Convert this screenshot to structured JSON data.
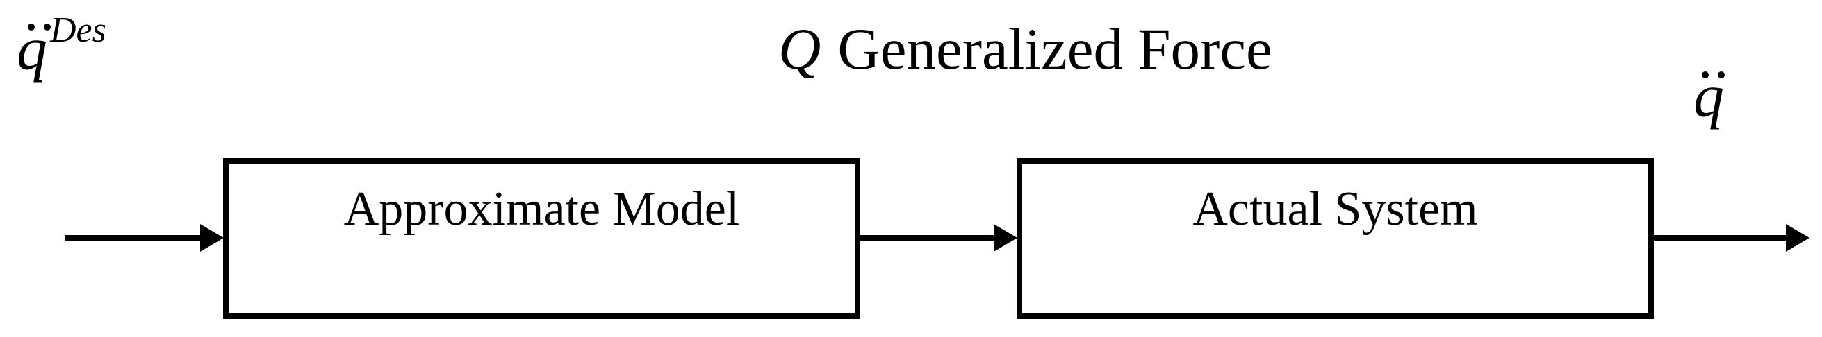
{
  "page": {
    "background": "#ffffff",
    "ink": "#000000"
  },
  "diagram": {
    "input_label": {
      "base": "q",
      "accent": "ddot",
      "superscript": "Des"
    },
    "title": {
      "symbol": "Q",
      "text": "Generalized Force"
    },
    "output_label": {
      "base": "q",
      "accent": "ddot"
    },
    "blocks": [
      {
        "id": "approximate-model",
        "label": "Approximate Model"
      },
      {
        "id": "actual-system",
        "label": "Actual System"
      }
    ],
    "connections": [
      {
        "from": "input",
        "to": "approximate-model"
      },
      {
        "from": "approximate-model",
        "to": "actual-system"
      },
      {
        "from": "actual-system",
        "to": "output"
      }
    ]
  }
}
